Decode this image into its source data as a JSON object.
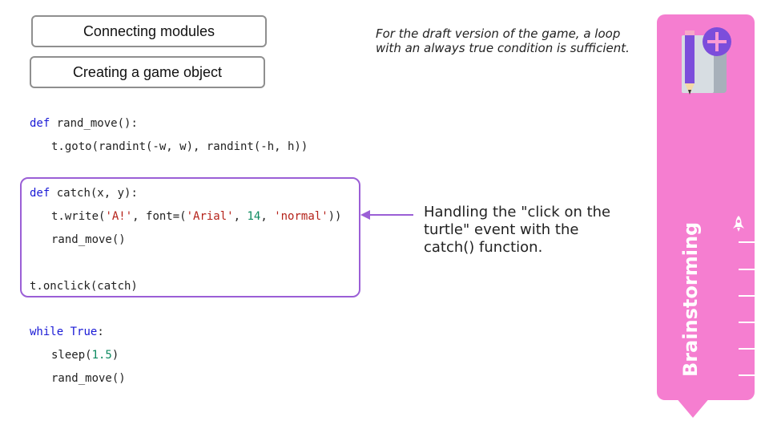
{
  "buttons": {
    "connecting": "Connecting modules",
    "creating": "Creating a game object"
  },
  "note": "For the draft version of the game, a loop with an always true condition is sufficient.",
  "code": {
    "l1_kw": "def",
    "l1_rest": " rand_move():",
    "l2": "t.goto(randint(-w, w), randint(-h, h))",
    "l3_kw": "def",
    "l3_rest": " catch(x, y):",
    "l4_a": "t.write(",
    "l4_s1": "'A!'",
    "l4_b": ", font=(",
    "l4_s2": "'Arial'",
    "l4_c": ", ",
    "l4_n": "14",
    "l4_d": ", ",
    "l4_s3": "'normal'",
    "l4_e": "))",
    "l5": "rand_move()",
    "l6": "t.onclick(catch)",
    "l7_kw1": "while",
    "l7_sp": " ",
    "l7_kw2": "True",
    "l7_end": ":",
    "l8_a": "sleep(",
    "l8_n": "1.5",
    "l8_b": ")",
    "l9": "rand_move()"
  },
  "annotation": "Handling the \"click on the turtle\" event with the catch() function.",
  "sidebar": {
    "title": "Brainstorming",
    "color": "#f57ed0",
    "icon": "notebook-pencil-plus-icon",
    "small_icon": "rocket-icon"
  },
  "colors": {
    "highlight": "#9b5fd6",
    "keyword": "#1a1ad6",
    "string": "#b5221a",
    "number": "#0e8a60"
  }
}
